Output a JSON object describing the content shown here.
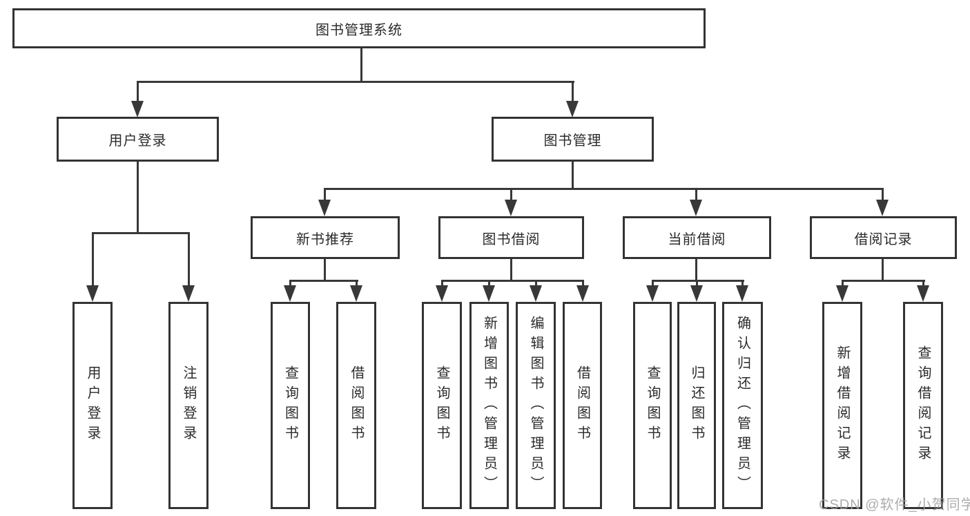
{
  "tree": {
    "root": "图书管理系统",
    "branches": [
      {
        "label": "用户登录",
        "children": [
          "用户登录",
          "注销登录"
        ]
      },
      {
        "label": "图书管理",
        "children": [
          {
            "label": "新书推荐",
            "children": [
              "查询图书",
              "借阅图书"
            ]
          },
          {
            "label": "图书借阅",
            "children": [
              "查询图书",
              "新增图书（管理员）",
              "编辑图书（管理员）",
              "借阅图书"
            ]
          },
          {
            "label": "当前借阅",
            "children": [
              "查询图书",
              "归还图书",
              "确认归还（管理员）"
            ]
          },
          {
            "label": "借阅记录",
            "children": [
              "新增借阅记录",
              "查询借阅记录"
            ]
          }
        ]
      }
    ]
  },
  "watermark": {
    "text": "CSDN @软件_小贺同学"
  },
  "colors": {
    "line": "#383838",
    "border": "#333333",
    "text": "#2b2b2b",
    "background": "#ffffff",
    "watermark": "#9e9e9e"
  }
}
